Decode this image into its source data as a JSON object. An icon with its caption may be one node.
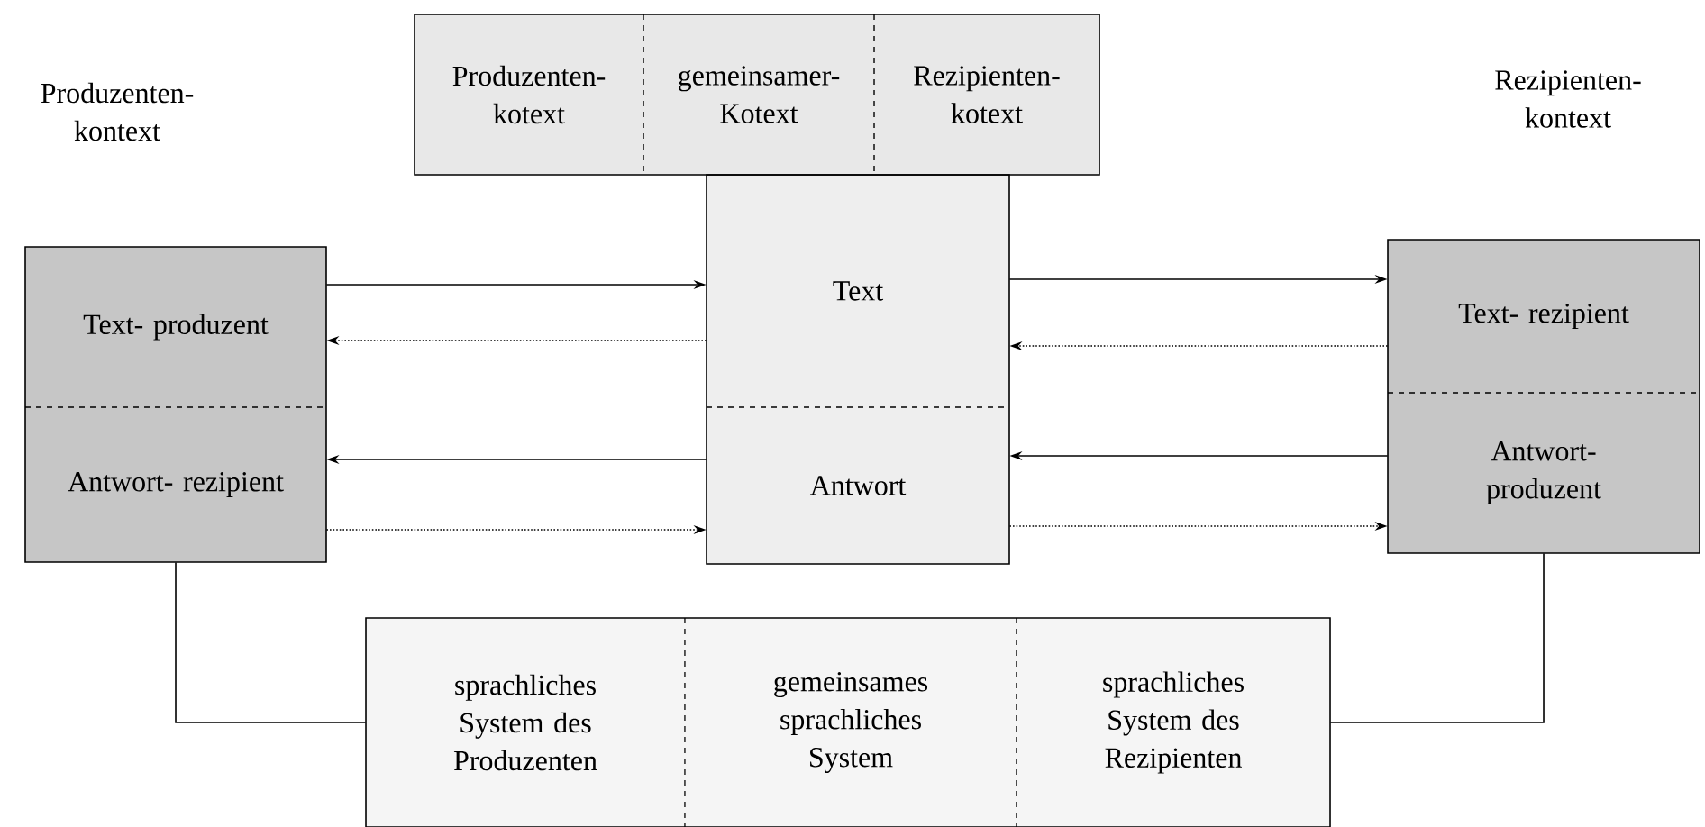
{
  "diagram": {
    "nodes": [
      {
        "text": [
          "Produzenten- kotext"
        ]
      },
      {
        "text": [
          "gemeinsamer- Kotext"
        ]
      },
      {
        "text": [
          "Rezipienten- kotext"
        ]
      },
      {
        "text": [
          "Text- produzent"
        ]
      },
      {
        "text": [
          "Antwort- rezipient"
        ]
      },
      {
        "text": [
          "Text"
        ]
      },
      {
        "text": [
          "Antwort"
        ]
      },
      {
        "text": [
          "Text- rezipient"
        ]
      },
      {
        "text": [
          "Antwort- produzent"
        ]
      },
      {
        "text": [
          "sprachliches System des Produzenten"
        ]
      },
      {
        "text": [
          "gemeinsames sprachliches System"
        ]
      },
      {
        "text": [
          "sprachliches System des Rezipienten"
        ]
      }
    ],
    "edges": [
      {
        "from": 3,
        "to": 5,
        "arrow": "to"
      },
      {
        "from": 5,
        "to": 3,
        "arrow": "to",
        "style": "dashed"
      },
      {
        "from": 6,
        "to": 4,
        "arrow": "to"
      },
      {
        "from": 4,
        "to": 6,
        "arrow": "to",
        "style": "dashed"
      },
      {
        "from": 5,
        "to": 7,
        "arrow": "to"
      },
      {
        "from": 7,
        "to": 5,
        "arrow": "to",
        "style": "dashed"
      },
      {
        "from": 8,
        "to": 6,
        "arrow": "to"
      },
      {
        "from": 6,
        "to": 8,
        "arrow": "to",
        "style": "dashed"
      },
      {
        "from": 4,
        "to": 9,
        "arrow": "none"
      },
      {
        "from": 8,
        "to": 11,
        "arrow": "none"
      }
    ],
    "labels": [
      "Produzenten- kontext",
      "Rezipienten- kontext"
    ]
  }
}
